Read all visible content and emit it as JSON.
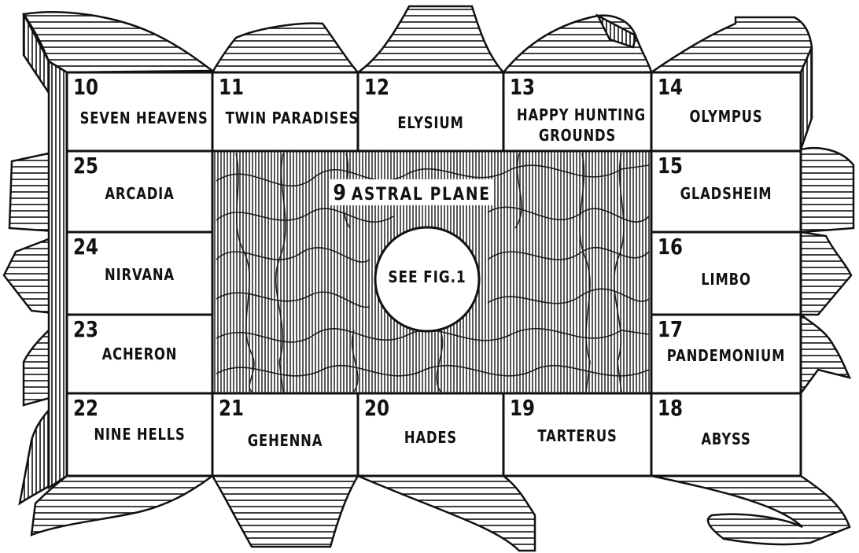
{
  "planes": [
    {
      "id": "10",
      "name": [
        "SEVEN HEAVENS"
      ]
    },
    {
      "id": "11",
      "name": [
        "TWIN PARADISES"
      ]
    },
    {
      "id": "12",
      "name": [
        "ELYSIUM"
      ]
    },
    {
      "id": "13",
      "name": [
        "HAPPY HUNTING",
        "GROUNDS"
      ]
    },
    {
      "id": "14",
      "name": [
        "OLYMPUS"
      ]
    },
    {
      "id": "15",
      "name": [
        "GLADSHEIM"
      ]
    },
    {
      "id": "16",
      "name": [
        "LIMBO"
      ]
    },
    {
      "id": "17",
      "name": [
        "PANDEMONIUM"
      ]
    },
    {
      "id": "18",
      "name": [
        "ABYSS"
      ]
    },
    {
      "id": "19",
      "name": [
        "TARTERUS"
      ]
    },
    {
      "id": "20",
      "name": [
        "HADES"
      ]
    },
    {
      "id": "21",
      "name": [
        "GEHENNA"
      ]
    },
    {
      "id": "22",
      "name": [
        "NINE HELLS"
      ]
    },
    {
      "id": "23",
      "name": [
        "ACHERON"
      ]
    },
    {
      "id": "24",
      "name": [
        "NIRVANA"
      ]
    },
    {
      "id": "25",
      "name": [
        "ARCADIA"
      ]
    }
  ],
  "center": {
    "id": "9",
    "name": "ASTRAL PLANE",
    "circle_label": "SEE FIG.1"
  },
  "colors": {
    "ink": "#111111",
    "paper": "#ffffff"
  }
}
